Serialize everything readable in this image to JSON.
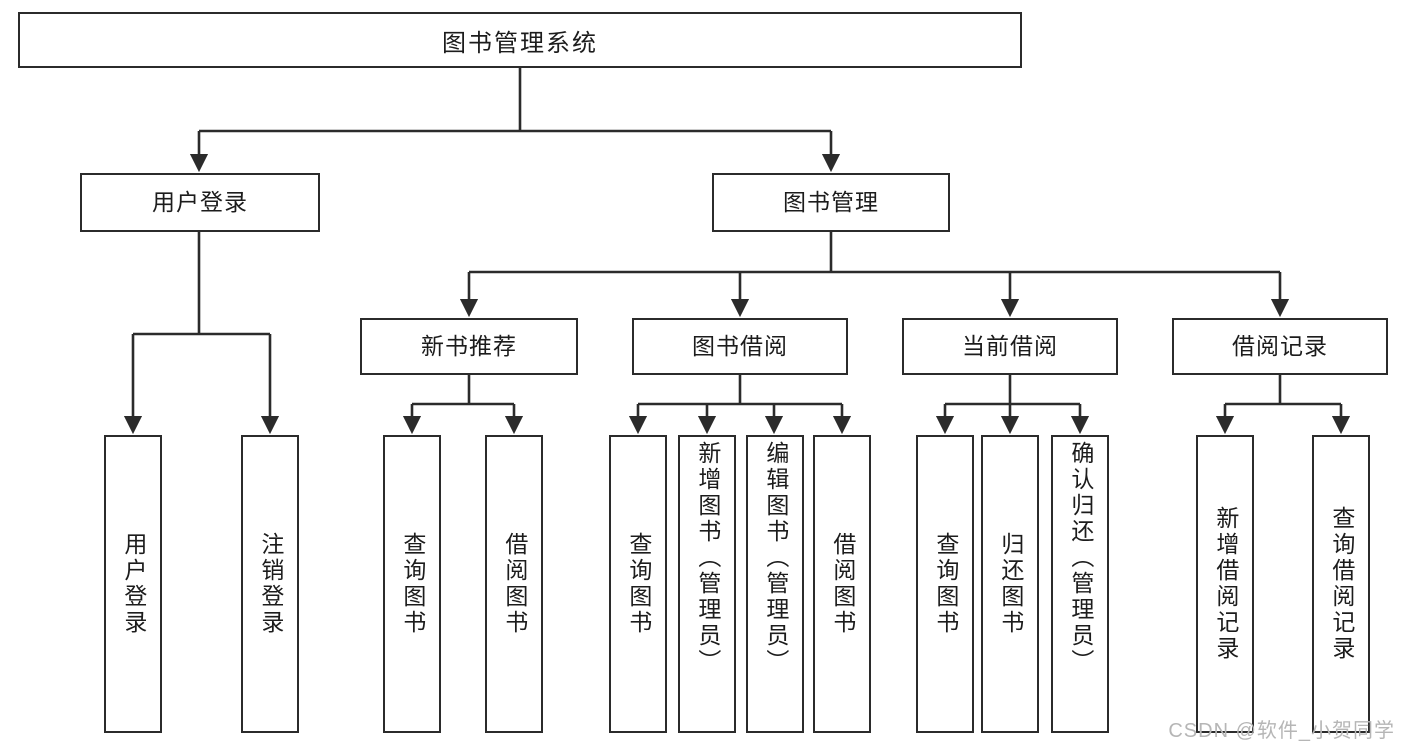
{
  "diagram": {
    "title": "图书管理系统",
    "type": "tree",
    "colors": {
      "box_border": "#2b2b2b",
      "box_fill": "#ffffff",
      "connector": "#2b2b2b",
      "text": "#1c1c1c",
      "watermark": "#b6b6b6",
      "background": "#ffffff"
    },
    "root": {
      "label": "图书管理系统"
    },
    "level2": [
      {
        "label": "用户登录"
      },
      {
        "label": "图书管理"
      }
    ],
    "level3": [
      {
        "label": "新书推荐"
      },
      {
        "label": "图书借阅"
      },
      {
        "label": "当前借阅"
      },
      {
        "label": "借阅记录"
      }
    ],
    "leaves": {
      "user_login": [
        {
          "label": "用户登录"
        },
        {
          "label": "注销登录"
        }
      ],
      "new_book_recommend": [
        {
          "label": "查询图书"
        },
        {
          "label": "借阅图书"
        }
      ],
      "book_borrow": [
        {
          "label": "查询图书"
        },
        {
          "label": "新增图书（管理员）"
        },
        {
          "label": "编辑图书（管理员）"
        },
        {
          "label": "借阅图书"
        }
      ],
      "current_borrow": [
        {
          "label": "查询图书"
        },
        {
          "label": "归还图书"
        },
        {
          "label": "确认归还（管理员）"
        }
      ],
      "borrow_record": [
        {
          "label": "新增借阅记录"
        },
        {
          "label": "查询借阅记录"
        }
      ]
    }
  },
  "watermark": {
    "text": "CSDN @软件_小贺同学"
  }
}
